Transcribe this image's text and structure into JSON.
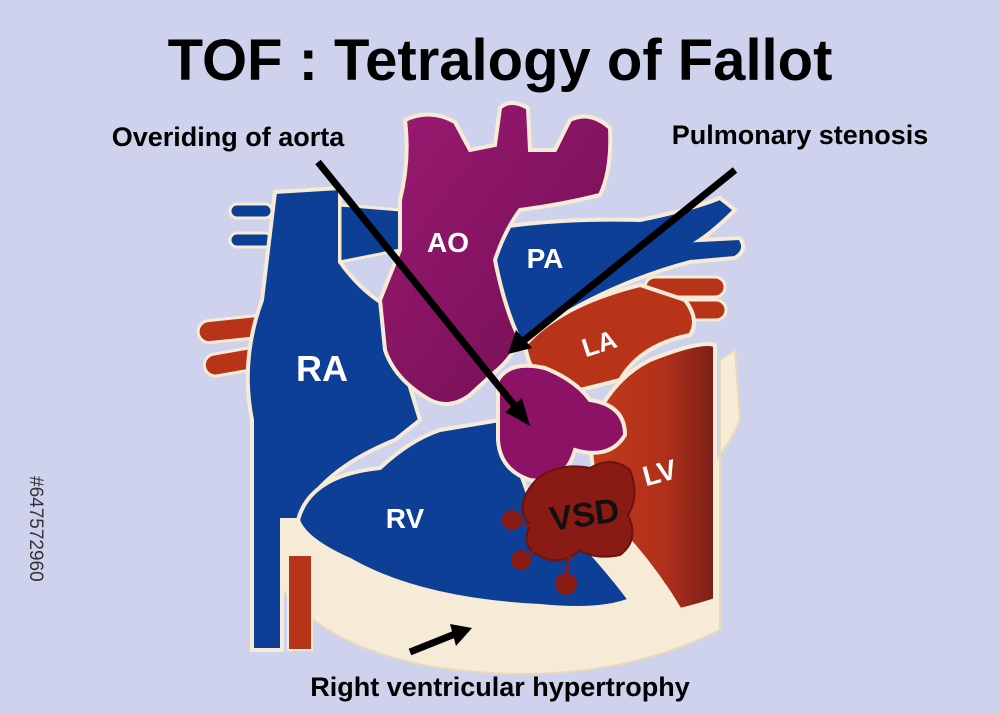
{
  "title": "TOF : Tetralogy of Fallot",
  "callouts": {
    "overriding_aorta": "Overiding of aorta",
    "pulmonary_stenosis": "Pulmonary stenosis",
    "rv_hypertrophy": "Right ventricular hypertrophy"
  },
  "chambers": {
    "ao": "AO",
    "pa": "PA",
    "ra": "RA",
    "la": "LA",
    "rv": "RV",
    "lv": "LV",
    "vsd": "VSD"
  },
  "watermark": {
    "stock_id": "#647572960"
  },
  "colors": {
    "background": "#cfd2ec",
    "deoxygenated_blue": "#0d3f96",
    "aorta_magenta": "#8c1266",
    "oxygenated_red": "#b83418",
    "lv_red": "#a52a1a",
    "myocardium_cream": "#f6ebd6",
    "vsd_dark_red": "#8a1a14"
  }
}
